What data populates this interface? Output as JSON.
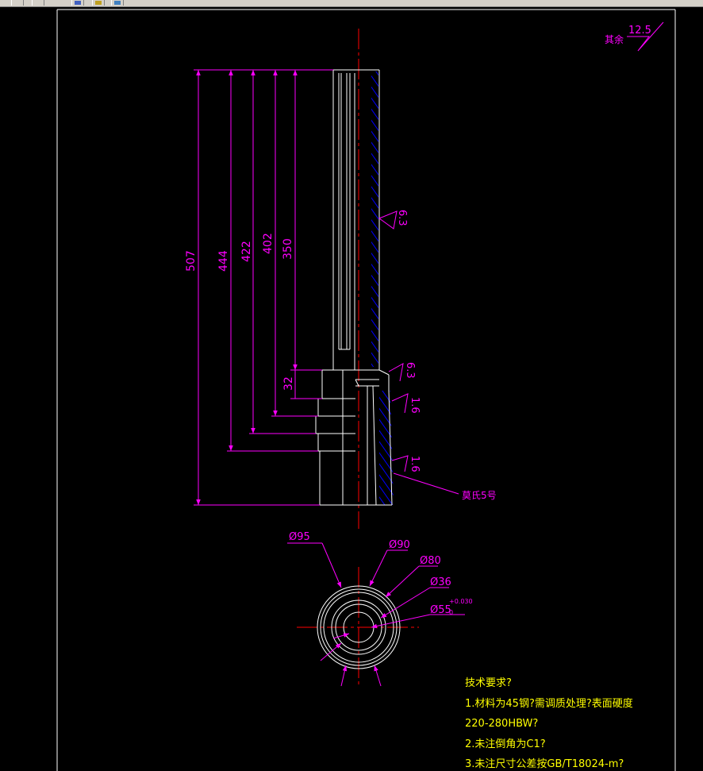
{
  "colors": {
    "background": "#000000",
    "outline": "#ffffff",
    "dimension": "#ff00ff",
    "centerline": "#ff0000",
    "hatch": "#0000ff",
    "notes": "#ffff00",
    "toolbar": "#d4d0c8"
  },
  "toolbar": {
    "icons": [
      "toolbar-icon-1",
      "toolbar-icon-2",
      "toolbar-icon-3",
      "toolbar-icon-4"
    ]
  },
  "surface_finish": {
    "remaining_label": "其余",
    "remaining_value": "12.5",
    "marks": [
      "6.3",
      "6.3",
      "1.6",
      "1.6"
    ]
  },
  "dimensions": {
    "lengths": [
      "507",
      "444",
      "422",
      "402",
      "350",
      "32"
    ],
    "thread_note": "莫氏5号"
  },
  "section_view": {
    "diameters": [
      "Ø95",
      "Ø90",
      "Ø80",
      "Ø36"
    ],
    "fit_value": "Ø55",
    "fit_tol_upper": "+0.030",
    "fit_tol_lower": "0"
  },
  "notes": {
    "heading": "技术要求?",
    "lines": [
      "1.材料为45钢?需调质处理?表面硬度",
      "220-280HBW?",
      "2.未注倒角为C1?",
      "3.未注尺寸公差按GB/T18024-m?"
    ]
  }
}
